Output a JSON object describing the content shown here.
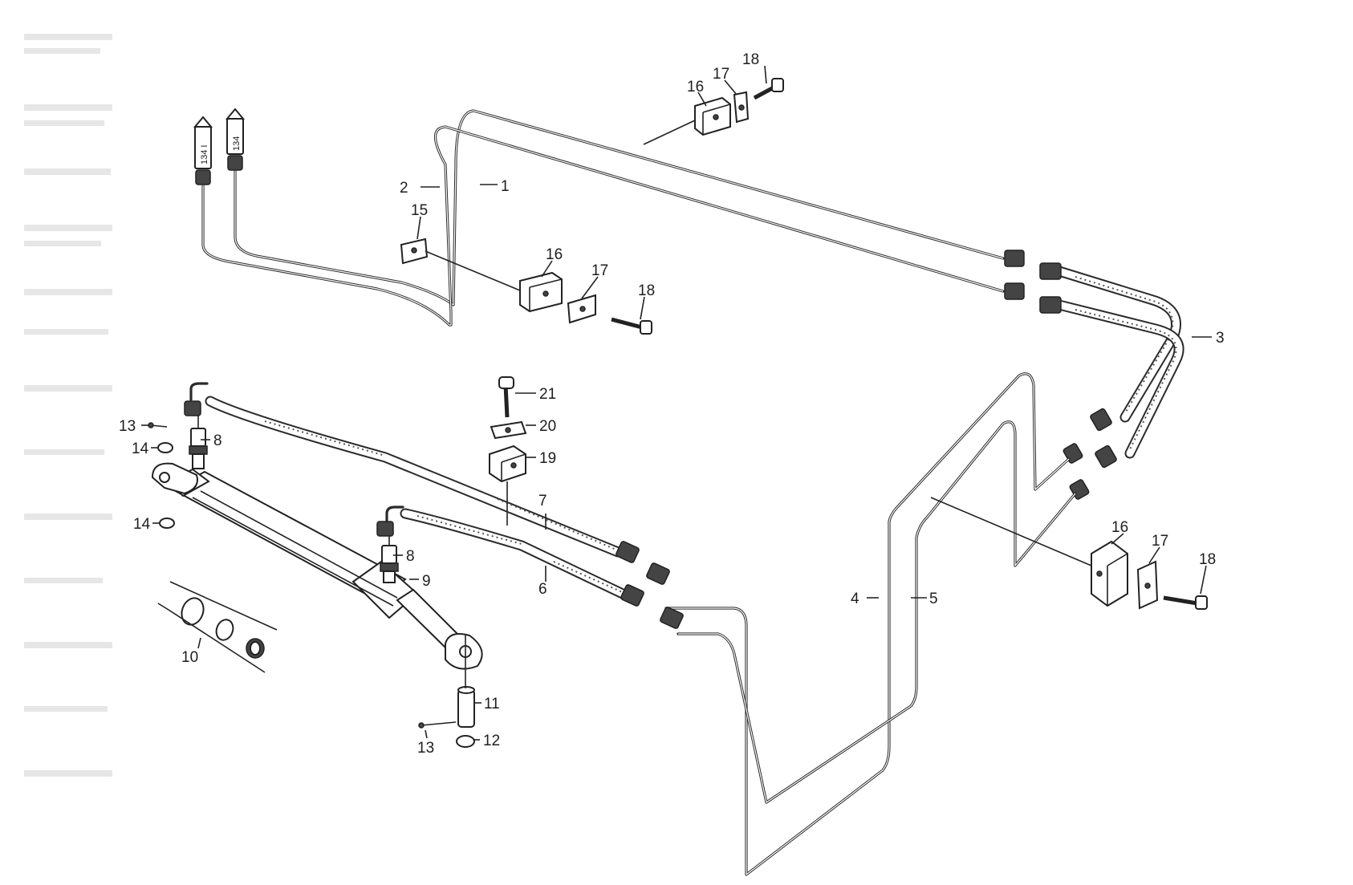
{
  "callouts": {
    "c1": "1",
    "c2": "2",
    "c3": "3",
    "c4": "4",
    "c5": "5",
    "c6": "6",
    "c7": "7",
    "c8a": "8",
    "c8b": "8",
    "c9": "9",
    "c10": "10",
    "c11": "11",
    "c12": "12",
    "c13a": "13",
    "c13b": "13",
    "c14a": "14",
    "c14b": "14",
    "c15": "15",
    "c16a": "16",
    "c16b": "16",
    "c16c": "16",
    "c17a": "17",
    "c17b": "17",
    "c17c": "17",
    "c18a": "18",
    "c18b": "18",
    "c18c": "18",
    "c19": "19",
    "c20": "20",
    "c21": "21"
  },
  "tags": {
    "left": "134 I",
    "right": "134"
  }
}
